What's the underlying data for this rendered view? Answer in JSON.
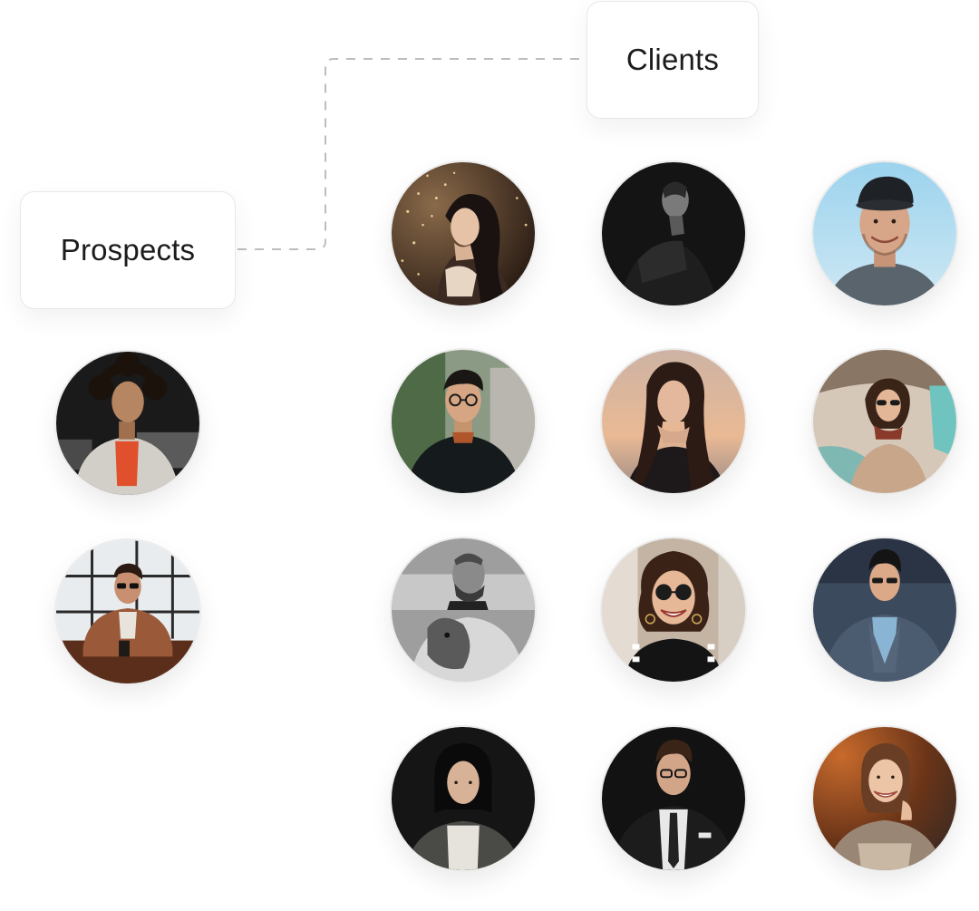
{
  "labels": {
    "clients": "Clients",
    "prospects": "Prospects"
  },
  "colors": {
    "connector": "#bdbdbd",
    "label_border": "#e8e8e8",
    "text": "#1c1c1c"
  },
  "clients": [
    {
      "photo": "woman-string-lights"
    },
    {
      "photo": "man-profile-dark"
    },
    {
      "photo": "man-cap-smiling"
    },
    {
      "photo": "man-glasses-jacket"
    },
    {
      "photo": "woman-long-hair-sunset"
    },
    {
      "photo": "woman-sunglasses-car"
    },
    {
      "photo": "man-beard-holding-dog"
    },
    {
      "photo": "woman-round-sunglasses-smiling"
    },
    {
      "photo": "man-suit-sunglasses"
    },
    {
      "photo": "woman-black-hair-coat"
    },
    {
      "photo": "man-glasses-suit-tie"
    },
    {
      "photo": "woman-smiling-autumn"
    }
  ],
  "prospects": [
    {
      "photo": "woman-curly-hair-bench"
    },
    {
      "photo": "man-sunglasses-window"
    }
  ]
}
